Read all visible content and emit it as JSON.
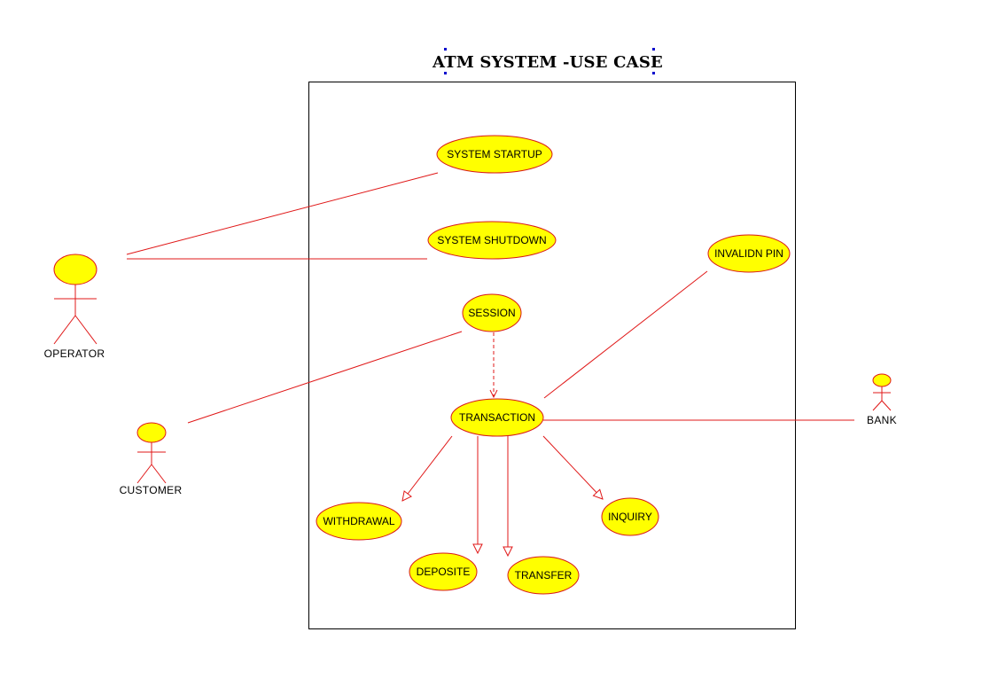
{
  "title": "ATM SYSTEM -USE CASE",
  "colors": {
    "line": "#e01818",
    "usecase_fill": "#ffff00",
    "usecase_stroke": "#d81818",
    "boundary": "#000000",
    "selection_handle": "#0000cc"
  },
  "actors": {
    "operator": "OPERATOR",
    "customer": "CUSTOMER",
    "bank": "BANK"
  },
  "usecases": {
    "startup": "SYSTEM STARTUP",
    "shutdown": "SYSTEM SHUTDOWN",
    "session": "SESSION",
    "invalid_pin": "INVALIDN PIN",
    "transaction": "TRANSACTION",
    "withdrawal": "WITHDRAWAL",
    "deposit": "DEPOSITE",
    "transfer": "TRANSFER",
    "inquiry": "INQUIRY"
  }
}
